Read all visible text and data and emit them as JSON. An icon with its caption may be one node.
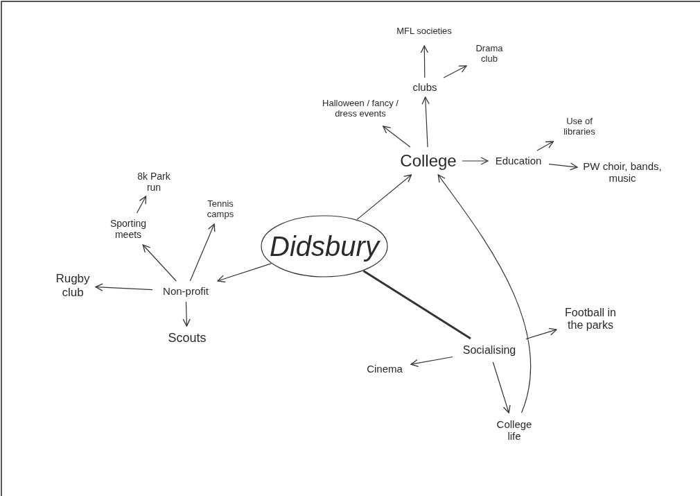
{
  "diagram": {
    "nodes": [
      {
        "text": [
          "Didsbury"
        ]
      },
      {
        "text": [
          "College"
        ]
      },
      {
        "text": [
          "Halloween / fancy / dress events"
        ]
      },
      {
        "text": [
          "clubs"
        ]
      },
      {
        "text": [
          "MFL societies"
        ]
      },
      {
        "text": [
          "Drama club"
        ]
      },
      {
        "text": [
          "Education"
        ]
      },
      {
        "text": [
          "Use of libraries"
        ]
      },
      {
        "text": [
          "PW choir, bands, music"
        ]
      },
      {
        "text": [
          "Non-profit"
        ]
      },
      {
        "text": [
          "Sporting meets"
        ]
      },
      {
        "text": [
          "8k Park run"
        ]
      },
      {
        "text": [
          "Tennis camps"
        ]
      },
      {
        "text": [
          "Rugby club"
        ]
      },
      {
        "text": [
          "Scouts"
        ]
      },
      {
        "text": [
          "Socialising"
        ]
      },
      {
        "text": [
          "Cinema"
        ]
      },
      {
        "text": [
          "Football in the parks"
        ]
      },
      {
        "text": [
          "College life"
        ]
      }
    ],
    "edges": [
      {
        "from": 0,
        "to": 1,
        "arrow": "to"
      },
      {
        "from": 1,
        "to": 2,
        "arrow": "to"
      },
      {
        "from": 1,
        "to": 3,
        "arrow": "to"
      },
      {
        "from": 3,
        "to": 4,
        "arrow": "to"
      },
      {
        "from": 3,
        "to": 5,
        "arrow": "to"
      },
      {
        "from": 1,
        "to": 6,
        "arrow": "to"
      },
      {
        "from": 6,
        "to": 7,
        "arrow": "to"
      },
      {
        "from": 6,
        "to": 8,
        "arrow": "to"
      },
      {
        "from": 0,
        "to": 9,
        "arrow": "to"
      },
      {
        "from": 9,
        "to": 10,
        "arrow": "to"
      },
      {
        "from": 10,
        "to": 11,
        "arrow": "to"
      },
      {
        "from": 9,
        "to": 12,
        "arrow": "to"
      },
      {
        "from": 9,
        "to": 13,
        "arrow": "to"
      },
      {
        "from": 9,
        "to": 14,
        "arrow": "to"
      },
      {
        "from": 0,
        "to": 15,
        "arrow": "none",
        "style": "thick"
      },
      {
        "from": 15,
        "to": 16,
        "arrow": "to"
      },
      {
        "from": 15,
        "to": 17,
        "arrow": "to"
      },
      {
        "from": 15,
        "to": 18,
        "arrow": "to"
      },
      {
        "from": 18,
        "to": 1,
        "arrow": "to"
      }
    ]
  }
}
